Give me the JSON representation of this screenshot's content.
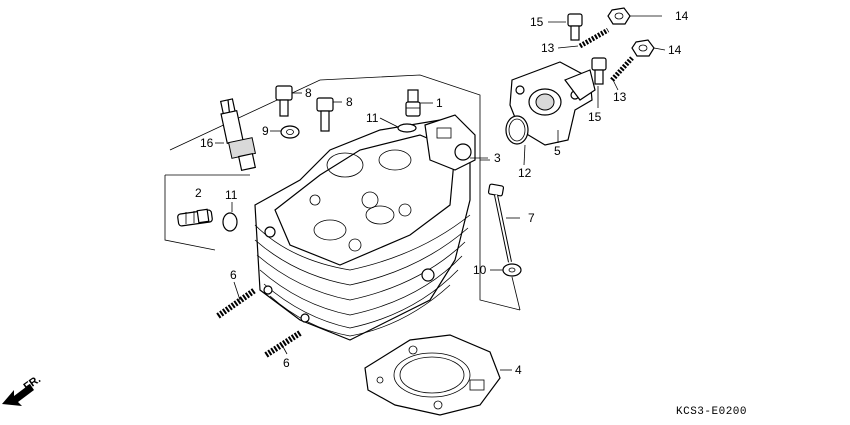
{
  "diagram": {
    "reference_code": "KCS3-E0200",
    "direction_label": "FR.",
    "callouts": {
      "c1": "1",
      "c2": "2",
      "c3": "3",
      "c4": "4",
      "c5": "5",
      "c6a": "6",
      "c6b": "6",
      "c7": "7",
      "c8a": "8",
      "c8b": "8",
      "c9": "9",
      "c10": "10",
      "c11a": "11",
      "c11b": "11",
      "c12": "12",
      "c13a": "13",
      "c13b": "13",
      "c14a": "14",
      "c14b": "14",
      "c15a": "15",
      "c15b": "15",
      "c16": "16"
    }
  }
}
